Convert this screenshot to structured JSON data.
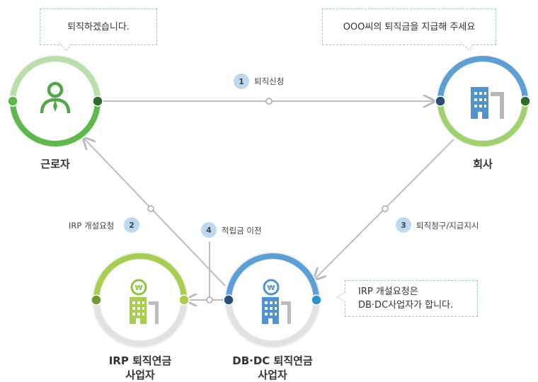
{
  "nodes": {
    "worker": {
      "label": "근로자"
    },
    "company": {
      "label": "회사"
    },
    "irp": {
      "label_line1": "IRP 퇴직연금",
      "label_line2": "사업자"
    },
    "dbdc": {
      "label_line1": "DB·DC 퇴직연금",
      "label_line2": "사업자"
    }
  },
  "bubbles": {
    "worker": "퇴직하겠습니다.",
    "company": "OOO씨의 퇴직금을 지급해 주세요",
    "dbdc_line1": "IRP 개설요청은",
    "dbdc_line2": "DB·DC사업자가 합니다."
  },
  "steps": [
    {
      "num": "1",
      "label": "퇴직신청"
    },
    {
      "num": "2",
      "label": "IRP 개설요청"
    },
    {
      "num": "3",
      "label": "퇴직청구/지급지시"
    },
    {
      "num": "4",
      "label": "적립금 이전"
    }
  ],
  "colors": {
    "green": "#5cb94a",
    "light_green": "#9fd26c",
    "blue": "#5a9fd8",
    "lime": "#a6cf4e",
    "gray_ring": "#dcdcdc",
    "connector": "#b9b9b9",
    "step_badge": "#bcd9ef"
  },
  "icons": [
    "person-icon",
    "building-icon",
    "won-coin-building-icon"
  ]
}
